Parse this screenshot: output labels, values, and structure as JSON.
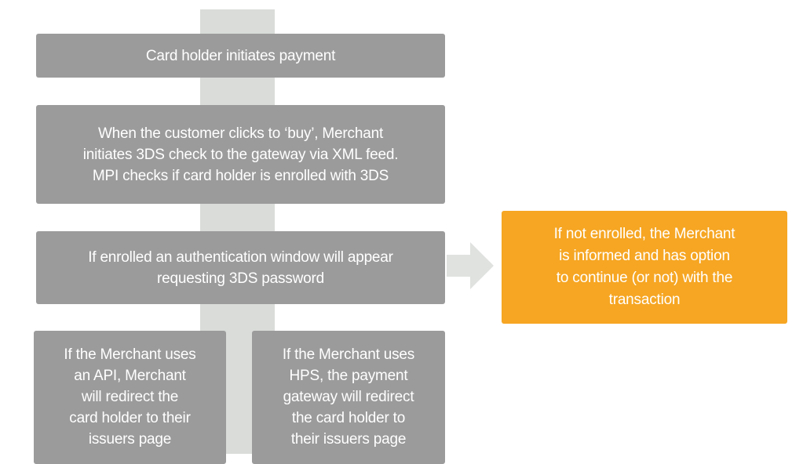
{
  "flow": {
    "initiate": {
      "lines": [
        "Card holder initiates payment"
      ]
    },
    "check": {
      "lines": [
        "When the customer clicks to ‘buy’, Merchant",
        "initiates 3DS check to the gateway via XML feed.",
        "MPI checks if card holder is enrolled with 3DS"
      ]
    },
    "enrolled": {
      "lines": [
        "If enrolled an authentication window will appear",
        "requesting 3DS password"
      ]
    },
    "not_enrolled": {
      "lines": [
        "If not enrolled, the Merchant",
        "is informed and has option",
        "to continue (or not) with the",
        "transaction"
      ]
    },
    "api_redirect": {
      "lines": [
        "If the Merchant uses",
        "an API, Merchant",
        "will redirect the",
        "card holder to their",
        "issuers page"
      ]
    },
    "hps_redirect": {
      "lines": [
        "If the Merchant uses",
        "HPS, the payment",
        "gateway will redirect",
        "the card holder to",
        "their issuers page"
      ]
    }
  },
  "colors": {
    "box_gray": "#9b9b9b",
    "spine": "#d9dcd9",
    "arrow": "#dfe2df",
    "highlight_orange": "#f6a623",
    "text": "#ffffff"
  }
}
